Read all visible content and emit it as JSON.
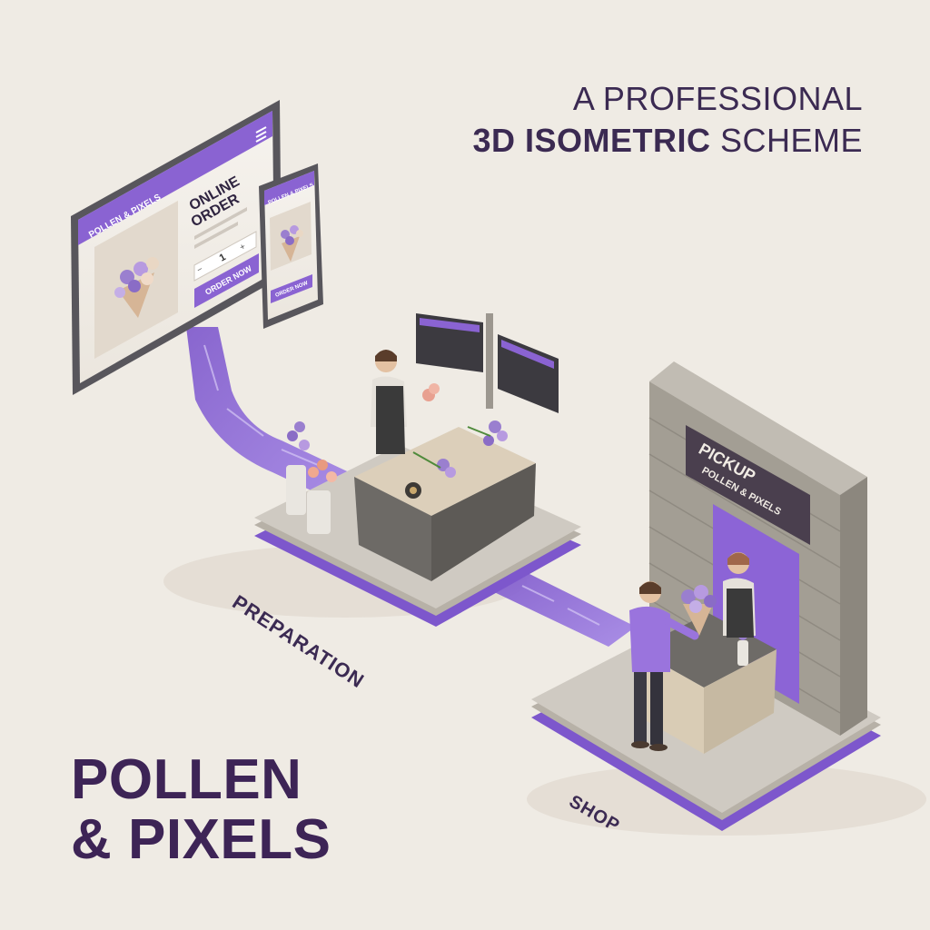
{
  "headline": {
    "line1": "A PROFESSIONAL",
    "line2_bold": "3D ISOMETRIC",
    "line2_rest": " SCHEME"
  },
  "brand": {
    "line1": "POLLEN",
    "line2": "& PIXELS"
  },
  "tablet": {
    "header": "POLLEN & PIXELS",
    "heading_line1": "ONLINE",
    "heading_line2": "ORDER",
    "quantity_minus": "−",
    "quantity_value": "1",
    "quantity_plus": "+",
    "button": "ORDER NOW"
  },
  "phone": {
    "header": "POLLEN & PIXELS",
    "button": "ORDER NOW"
  },
  "stations": {
    "preparation": "PREPARATION",
    "shop": "SHOP"
  },
  "pickup_sign": {
    "line1": "PICKUP",
    "line2": "POLLEN & PIXELS"
  },
  "colors": {
    "background": "#efebe4",
    "accent_purple": "#8a63d2",
    "dark_purple": "#3d2456",
    "stone": "#a39e94"
  }
}
